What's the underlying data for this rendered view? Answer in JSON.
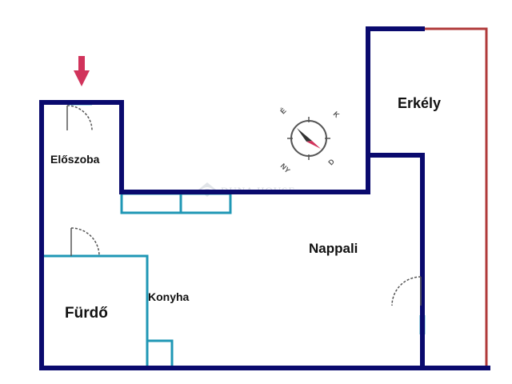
{
  "colors": {
    "outer_wall": "#0a0a6e",
    "inner_wall": "#1f97b5",
    "balcony_rail": "#b03a3a",
    "entry_arrow": "#d1335b",
    "door": "#555555",
    "compass": "#555555",
    "watermark": "#c9ced6"
  },
  "rooms": {
    "eloszoba": "Előszoba",
    "erkely": "Erkély",
    "nappali": "Nappali",
    "furdo": "Fürdő",
    "konyha": "Konyha"
  },
  "compass": {
    "n": "É",
    "s": "D",
    "e": "K",
    "w": "NY"
  },
  "watermark": {
    "text": "DUNA HOUSE"
  },
  "icons": {
    "entrance": "entrance-arrow-icon",
    "compass": "compass-rose-icon",
    "logo": "duna-house-logo-icon"
  }
}
